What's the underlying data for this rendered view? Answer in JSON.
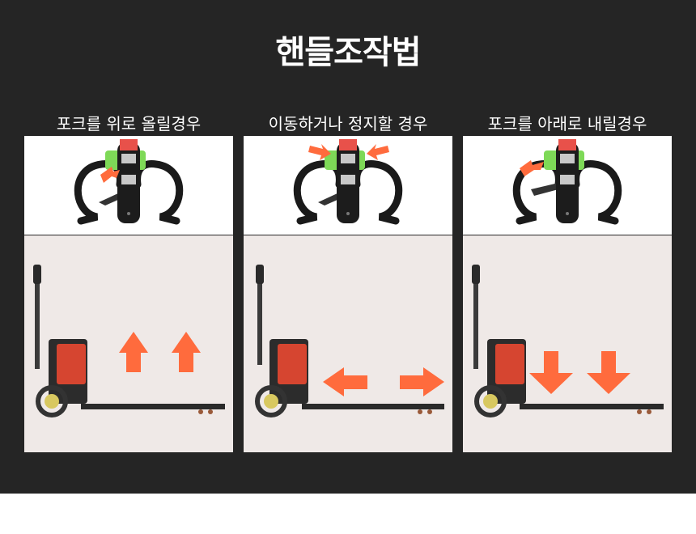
{
  "title": "핸들조작법",
  "panels": [
    {
      "caption": "포크를 위로 올릴경우",
      "mode": "up"
    },
    {
      "caption": "이동하거나 정지할 경우",
      "mode": "move"
    },
    {
      "caption": "포크를 아래로 내릴경우",
      "mode": "down"
    }
  ],
  "colors": {
    "background": "#252525",
    "arrow": "#ff6b3d",
    "button": "#e8514a",
    "grip": "#7ed957",
    "photo_bg": "#efe9e7"
  }
}
